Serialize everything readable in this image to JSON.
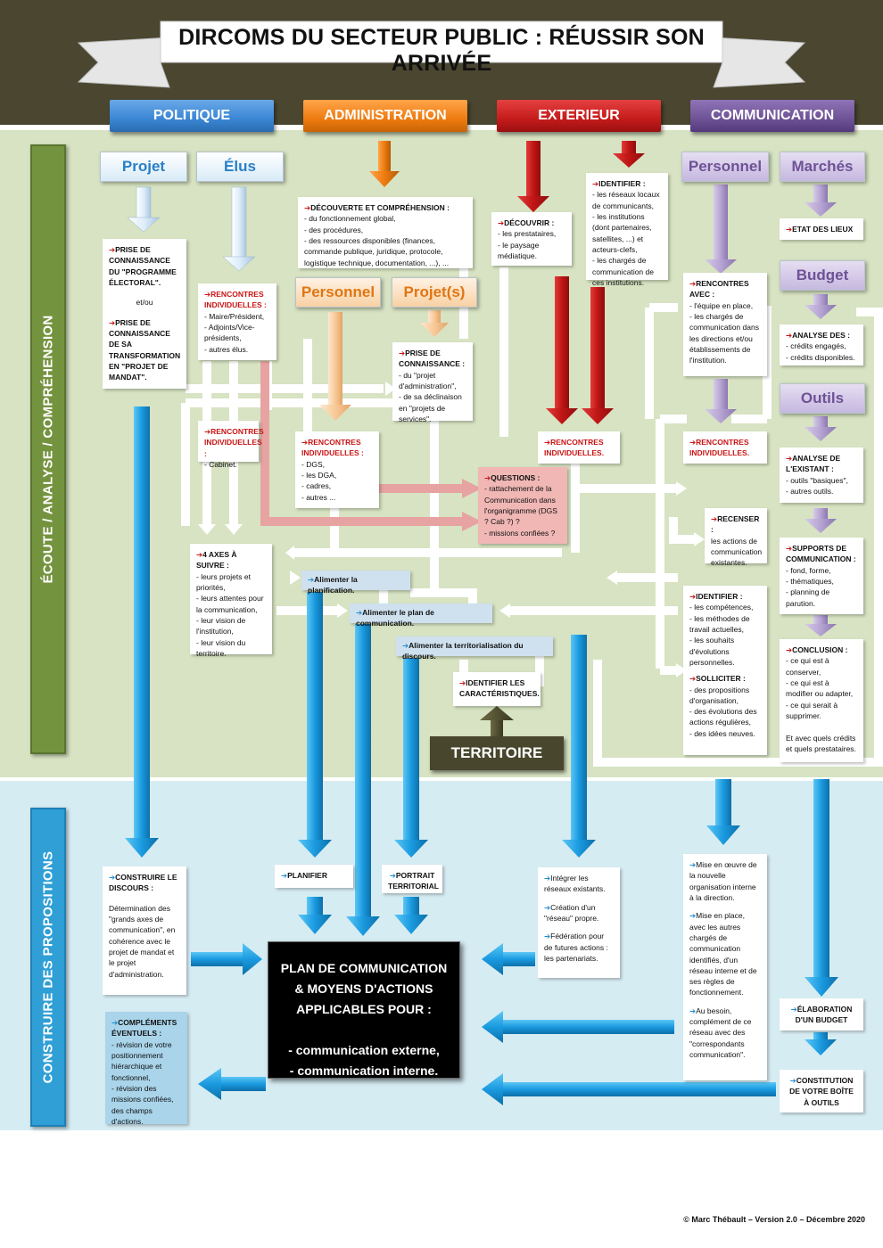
{
  "title": "DIRCOMS DU SECTEUR PUBLIC : RÉUSSIR SON ARRIVÉE",
  "side_labels": {
    "top": "ÉCOUTE / ANALYSE / COMPRÉHENSION",
    "bottom": "CONSTRUIRE DES PROPOSITIONS"
  },
  "headers": {
    "politique": "POLITIQUE",
    "administration": "ADMINISTRATION",
    "exterieur": "EXTERIEUR",
    "communication": "COMMUNICATION"
  },
  "subheaders": {
    "projet": "Projet",
    "elus": "Élus",
    "personnel_comm": "Personnel",
    "marches": "Marchés",
    "budget": "Budget",
    "outils": "Outils",
    "personnel_admin": "Personnel",
    "projets_admin": "Projet(s)",
    "territoire": "TERRITOIRE"
  },
  "boxes": {
    "decouverte": {
      "head": "DÉCOUVERTE ET COMPRÉHENSION :",
      "body": "- du fonctionnement global,\n- des procédures,\n- des ressources disponibles (finances, commande publique, juridique, protocole, logistique technique, documentation, ...), ..."
    },
    "decouvrir": {
      "head": "DÉCOUVRIR :",
      "body": "- les prestataires,\n- le paysage médiatique."
    },
    "identifier_ext": {
      "head": "IDENTIFIER :",
      "body": "- les réseaux locaux de communicants,\n- les institutions (dont partenaires, satellites, ...) et acteurs-clefs,\n- les chargés de communication de ces institutions."
    },
    "etat_lieux": {
      "head": "ETAT DES LIEUX"
    },
    "prise_programme": {
      "head": "PRISE DE CONNAISSANCE DU \"PROGRAMME ÉLECTORAL\".",
      "body": "et/ou",
      "head2": "PRISE DE CONNAISSANCE DE SA TRANSFORMATION EN \"PROJET DE MANDAT\"."
    },
    "rencontres_elus": {
      "head": "RENCONTRES INDIVIDUELLES :",
      "body": "- Maire/Président,\n- Adjoints/Vice-présidents,\n- autres élus."
    },
    "prise_admin": {
      "head": "PRISE DE CONNAISSANCE :",
      "body": "- du \"projet d'administration\",\n- de sa déclinaison en \"projets de services\"."
    },
    "rencontres_comm": {
      "head": "RENCONTRES AVEC :",
      "body": "- l'équipe en place,\n- les chargés de communication dans les directions et/ou établissements de l'institution."
    },
    "analyse_credits": {
      "head": "ANALYSE DES :",
      "body": "- crédits engagés,\n- crédits disponibles."
    },
    "rencontres_cabinet": {
      "head": "RENCONTRES INDIVIDUELLES :",
      "body": "- Cabinet."
    },
    "rencontres_dgs": {
      "head": "RENCONTRES INDIVIDUELLES :",
      "body": "- DGS,\n- les DGA,\n- cadres,\n- autres ..."
    },
    "rencontres_ext": {
      "head": "RENCONTRES INDIVIDUELLES."
    },
    "rencontres_pers": {
      "head": "RENCONTRES INDIVIDUELLES."
    },
    "analyse_existant": {
      "head": "ANALYSE DE L'EXISTANT :",
      "body": "- outils \"basiques\",\n- autres outils."
    },
    "questions": {
      "head": "QUESTIONS :",
      "body": "- rattachement de la Communication dans l'organigramme (DGS ? Cab ?) ?\n- missions confiées ?"
    },
    "recenser": {
      "head": "RECENSER :",
      "body": "les actions de communication existantes."
    },
    "supports": {
      "head": "SUPPORTS DE COMMUNICATION :",
      "body": "- fond, forme,\n- thématiques,\n- planning de parution."
    },
    "axes": {
      "head": "4 AXES À SUIVRE :",
      "body": "- leurs projets et priorités,\n- leurs attentes pour la communication,\n- leur vision de l'institution,\n- leur vision du territoire."
    },
    "alim_planif": {
      "head": "Alimenter la planification."
    },
    "alim_plan": {
      "head": "Alimenter le plan de communication."
    },
    "alim_terr": {
      "head": "Alimenter la territorialisation du discours."
    },
    "identifier_comp": {
      "head": "IDENTIFIER :",
      "body": "- les compétences,\n- les méthodes de travail actuelles,\n- les souhaits d'évolutions personnelles.",
      "head2": "SOLLICITER :",
      "body2": "- des propositions d'organisation,\n- des évolutions des actions régulières,\n- des idées neuves."
    },
    "conclusion": {
      "head": "CONCLUSION :",
      "body": "- ce qui est à conserver,\n- ce qui est à modifier ou adapter,\n- ce qui serait à supprimer.\n\nEt avec quels crédits et quels prestataires."
    },
    "identifier_carac": {
      "head": "IDENTIFIER LES CARACTÉRISTIQUES."
    },
    "construire": {
      "head": "CONSTRUIRE LE DISCOURS :",
      "body": "Détermination des \"grands axes de communication\", en cohérence avec le projet de mandat et le projet d'administration."
    },
    "planifier": {
      "head": "PLANIFIER"
    },
    "portrait": {
      "head": "PORTRAIT TERRITORIAL"
    },
    "integrer": {
      "p1": "Intégrer les réseaux existants.",
      "p2": "Création d'un \"réseau\" propre.",
      "p3": "Fédération pour de futures actions : les partenariats."
    },
    "mise_oeuvre": {
      "p1": "Mise en œuvre de la nouvelle organisation interne à la direction.",
      "p2": "Mise en place, avec les autres chargés de communication identifiés, d'un réseau interne et de ses règles de fonctionnement.",
      "p3": "Au besoin, complément de ce réseau avec des \"correspondants communication\"."
    },
    "complements": {
      "head": "COMPLÉMENTS ÉVENTUELS :",
      "body": "- révision de votre positionnement hiérarchique et fonctionnel,\n- révision des missions confiées, des champs d'actions."
    },
    "elaboration": {
      "head": "ÉLABORATION D'UN BUDGET"
    },
    "constitution": {
      "head": "CONSTITUTION DE VOTRE BOÎTE À OUTILS"
    }
  },
  "plan": "PLAN DE COMMUNICATION\n& MOYENS D'ACTIONS\nAPPLICABLES POUR :\n\n- communication externe,\n- communication interne.",
  "credit": "© Marc Thébault – Version 2.0 – Décembre 2020",
  "colors": {
    "politique": "#3a86d4",
    "administration": "#ee7b10",
    "exterieur": "#c51b1b",
    "communication": "#6e5296",
    "green_zone": "#d7e3c2",
    "blue_zone": "#d6ecf3",
    "arrow_blue": "#1a9ae0"
  }
}
